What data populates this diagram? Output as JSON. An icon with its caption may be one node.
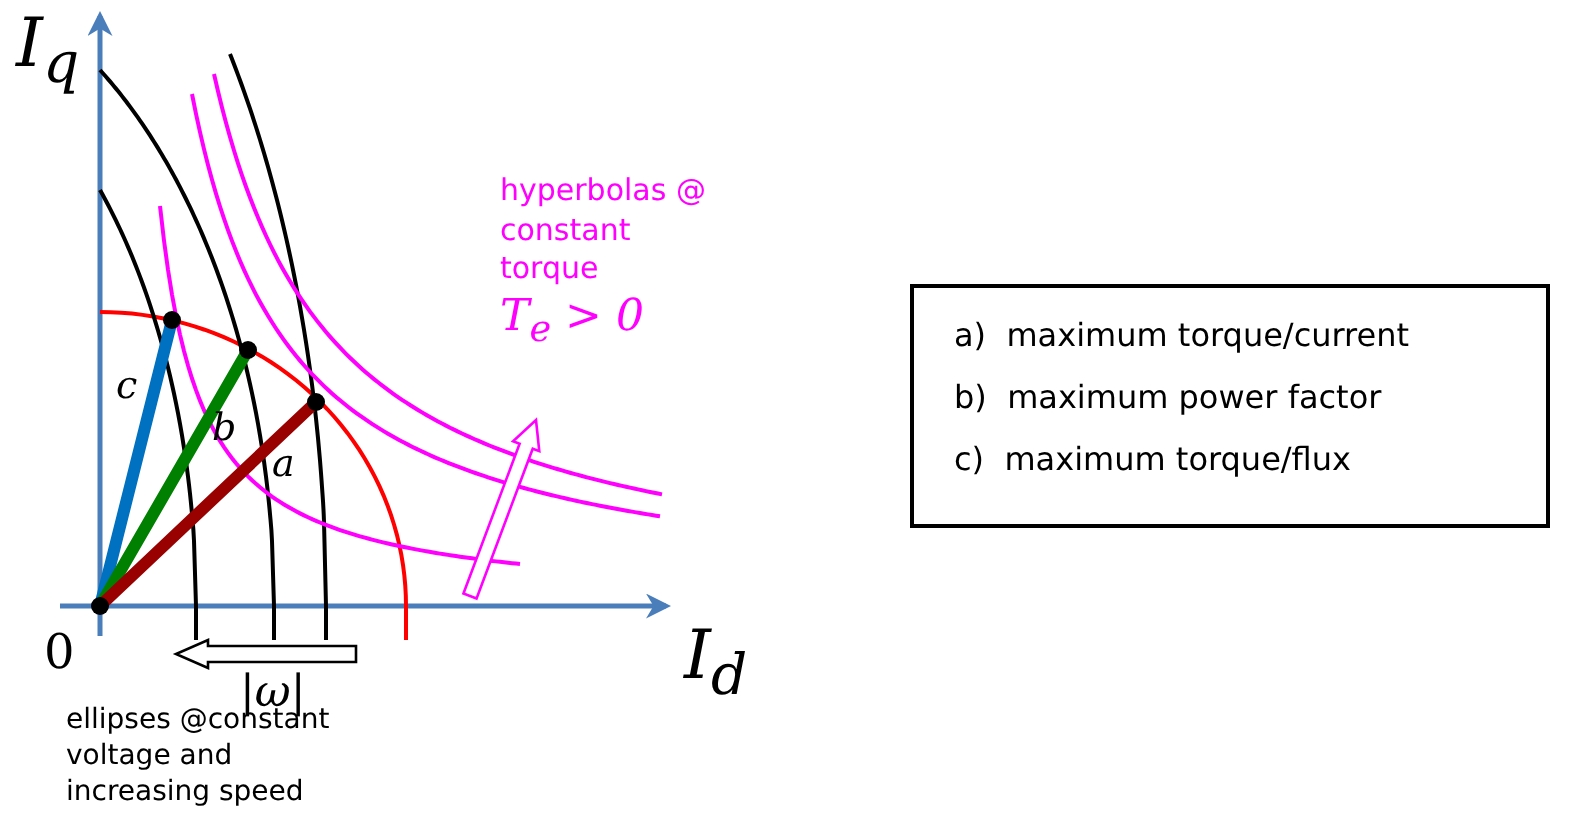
{
  "diagram": {
    "nodes": [
      {
        "text": [
          "a)  maximum torque/current",
          "b)  maximum power factor",
          "c)  maximum torque/flux"
        ]
      }
    ],
    "labels": [
      "I$_{q}$",
      "hyperbolas @ constant torque",
      "T$_{e}$ > 0",
      "c",
      "b",
      "a",
      "0",
      "I$_{d}$",
      "|ω|",
      "ellipses @constant voltage and increasing speed"
    ]
  }
}
